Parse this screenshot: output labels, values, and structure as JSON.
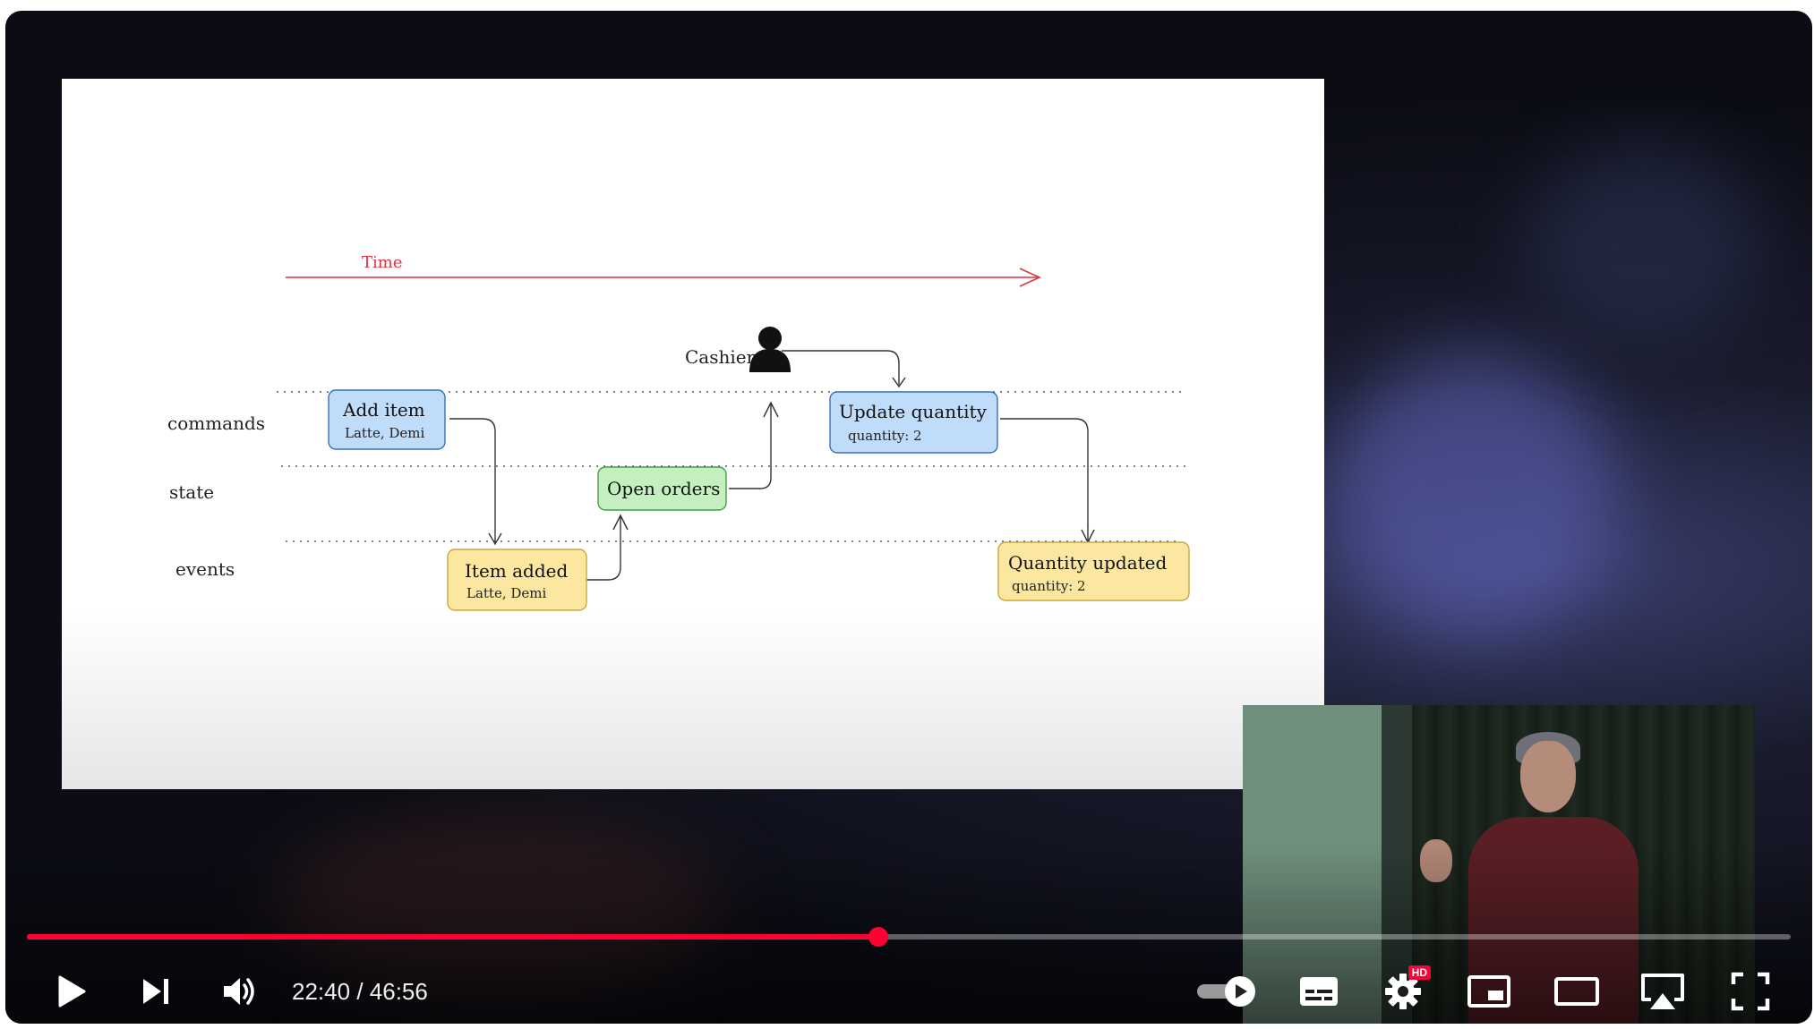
{
  "slide": {
    "time_label": "Time",
    "actor_label": "Cashier",
    "rows": {
      "commands": "commands",
      "state": "state",
      "events": "events"
    },
    "boxes": {
      "add_item": {
        "title": "Add item",
        "detail": "Latte, Demi"
      },
      "item_added": {
        "title": "Item added",
        "detail": "Latte, Demi"
      },
      "open_orders": {
        "title": "Open orders"
      },
      "update_quantity": {
        "title": "Update quantity",
        "detail": "quantity: 2"
      },
      "quantity_updated": {
        "title": "Quantity updated",
        "detail": "quantity: 2"
      }
    },
    "colors": {
      "command": "#bfdcfb",
      "state": "#c4f0c0",
      "event": "#fbe7a0",
      "time_arrow": "#d9363e"
    }
  },
  "player": {
    "progress": {
      "current": "22:40",
      "duration": "46:56",
      "fraction": 0.4829
    },
    "time_separator": "/",
    "icons": {
      "play": "play-icon",
      "next": "next-icon",
      "volume": "volume-icon",
      "autoplay": "autoplay-toggle-icon",
      "subtitles": "subtitles-icon",
      "settings": "settings-gear-icon",
      "miniplayer": "miniplayer-icon",
      "theater": "theater-mode-icon",
      "cast": "airplay-icon",
      "fullscreen": "fullscreen-icon"
    },
    "settings_badge": "HD",
    "accent_color": "#ff0033"
  }
}
